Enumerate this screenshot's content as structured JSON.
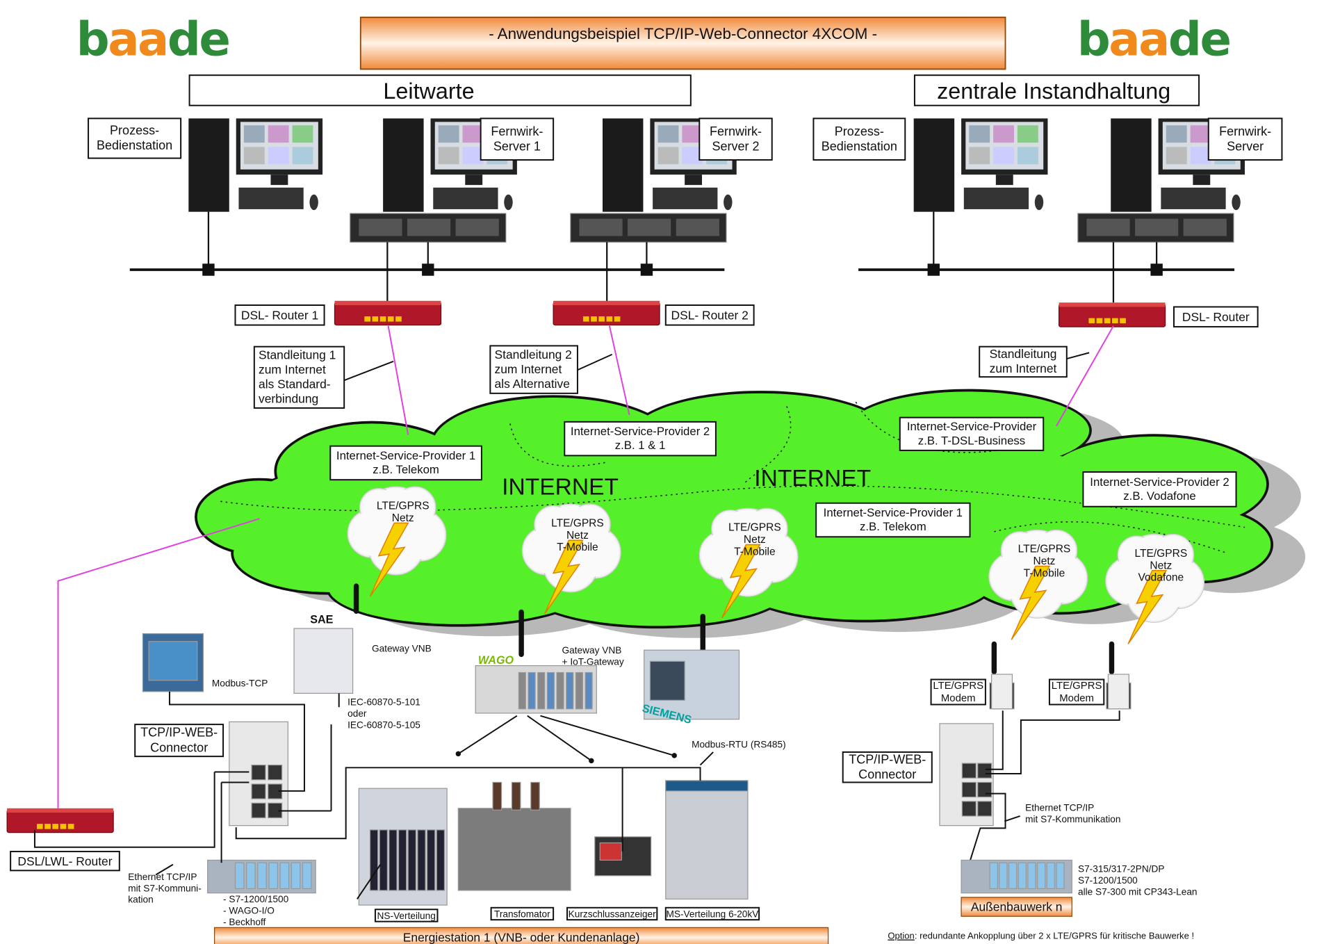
{
  "colors": {
    "logo_green": "#2e8b3a",
    "logo_orange": "#f08a1c",
    "cloud_green": "#55f02a",
    "router_red": "#b0182a",
    "banner_orange": "#f7a35c",
    "link_magenta": "#e040e0"
  },
  "logo": {
    "text": "baade"
  },
  "title": "- Anwendungsbeispiel TCP/IP-Web-Connector 4XCOM -",
  "sections": {
    "left": "Leitwarte",
    "right": "zentrale Instandhaltung"
  },
  "top_labels": {
    "left_station": [
      "Prozess-",
      "Bedienstation"
    ],
    "server1": [
      "Fernwirk-",
      "Server 1"
    ],
    "server2": [
      "Fernwirk-",
      "Server 2"
    ],
    "right_station": [
      "Prozess-",
      "Bedienstation"
    ],
    "right_server": [
      "Fernwirk-",
      "Server"
    ]
  },
  "routers": {
    "r1": "DSL- Router 1",
    "r2": "DSL- Router 2",
    "r3": "DSL- Router",
    "bottom": "DSL/LWL- Router"
  },
  "leased_lines": {
    "l1": [
      "Standleitung 1",
      "zum Internet",
      "als Standard-",
      "verbindung"
    ],
    "l2": [
      "Standleitung 2",
      "zum Internet",
      "als Alternative"
    ],
    "l3": [
      "Standleitung",
      "zum Internet"
    ]
  },
  "internet": {
    "label": "INTERNET"
  },
  "isps": {
    "isp1": [
      "Internet-Service-Provider 1",
      "z.B. Telekom"
    ],
    "isp2": [
      "Internet-Service-Provider 2",
      "z.B.  1 & 1"
    ],
    "isp3": [
      "Internet-Service-Provider",
      "z.B. T-DSL-Business"
    ],
    "isp4": [
      "Internet-Service-Provider 2",
      "z.B. Vodafone"
    ],
    "isp5": [
      "Internet-Service-Provider 1",
      "z.B. Telekom"
    ]
  },
  "lte_clouds": {
    "c1": [
      "LTE/GPRS",
      "Netz"
    ],
    "c2": [
      "LTE/GPRS",
      "Netz",
      "T-Mobile"
    ],
    "c3": [
      "LTE/GPRS",
      "Netz",
      "T-Mobile"
    ],
    "c4": [
      "LTE/GPRS",
      "Netz",
      "T-Mobile"
    ],
    "c5": [
      "LTE/GPRS",
      "Netz",
      "Vodafone"
    ]
  },
  "station": {
    "sae_logo": "SAE",
    "wago_logo": "WAGO",
    "siemens_logo": "SIEMENS",
    "gateway_vnb": "Gateway VNB",
    "modbus_tcp": "Modbus-TCP",
    "iec": [
      "IEC-60870-5-101",
      "oder",
      "IEC-60870-5-105"
    ],
    "connector": [
      "TCP/IP-WEB-",
      "Connector"
    ],
    "gateway_iot": [
      "Gateway VNB",
      "+ IoT-Gateway"
    ],
    "modbus_rtu": "Modbus-RTU (RS485)",
    "ethernet": [
      "Ethernet TCP/IP",
      "mit S7-Kommuni-",
      "kation"
    ],
    "plc_list": [
      "- S7-1200/1500",
      "- WAGO-I/O",
      "- Beckhoff"
    ],
    "equipment": [
      "NS-Verteilung",
      "Transfomator",
      "Kurzschlussanzeiger",
      "MS-Verteilung 6-20kV"
    ],
    "banner": "Energiestation 1 (VNB- oder Kundenanlage)"
  },
  "outstation": {
    "modem1": [
      "LTE/GPRS",
      "Modem"
    ],
    "modem2": [
      "LTE/GPRS",
      "Modem"
    ],
    "connector": [
      "TCP/IP-WEB-",
      "Connector"
    ],
    "ethernet": [
      "Ethernet TCP/IP",
      "mit S7-Kommunikation"
    ],
    "plc_list": [
      "S7-315/317-2PN/DP",
      "S7-1200/1500",
      "alle S7-300 mit CP343-Lean"
    ],
    "banner": "Außenbauwerk n",
    "option_label": "Option",
    "option_text": ": redundante Ankopplung über 2 x LTE/GPRS für kritische Bauwerke !"
  }
}
